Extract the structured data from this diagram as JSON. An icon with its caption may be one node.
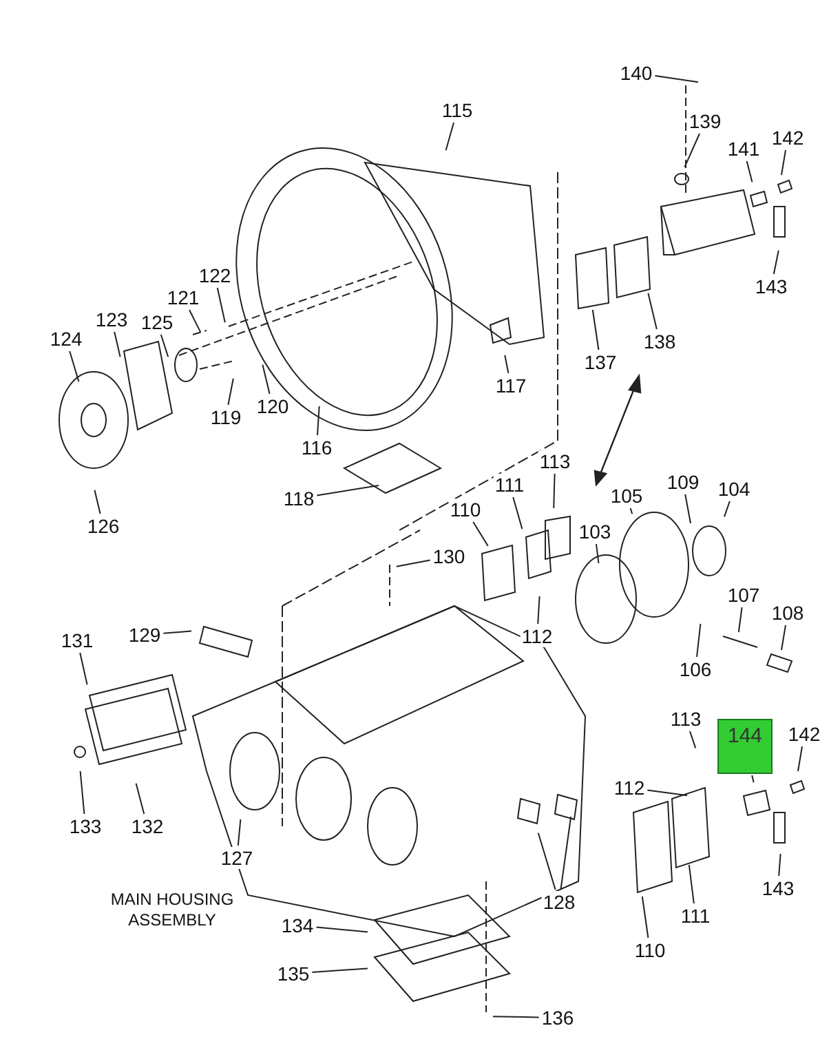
{
  "diagram": {
    "nodes": [
      {
        "text": [
          "140"
        ]
      },
      {
        "text": [
          "115"
        ]
      },
      {
        "text": [
          "139"
        ]
      },
      {
        "text": [
          "142"
        ]
      },
      {
        "text": [
          "141"
        ]
      },
      {
        "text": [
          "143"
        ]
      },
      {
        "text": [
          "122"
        ]
      },
      {
        "text": [
          "121"
        ]
      },
      {
        "text": [
          "123"
        ]
      },
      {
        "text": [
          "125"
        ]
      },
      {
        "text": [
          "124"
        ]
      },
      {
        "text": [
          "138"
        ]
      },
      {
        "text": [
          "137"
        ]
      },
      {
        "text": [
          "117"
        ]
      },
      {
        "text": [
          "120"
        ]
      },
      {
        "text": [
          "119"
        ]
      },
      {
        "text": [
          "116"
        ]
      },
      {
        "text": [
          "113"
        ]
      },
      {
        "text": [
          "111"
        ]
      },
      {
        "text": [
          "118"
        ]
      },
      {
        "text": [
          "109"
        ]
      },
      {
        "text": [
          "105"
        ]
      },
      {
        "text": [
          "104"
        ]
      },
      {
        "text": [
          "110"
        ]
      },
      {
        "text": [
          "126"
        ]
      },
      {
        "text": [
          "103"
        ]
      },
      {
        "text": [
          "130"
        ]
      },
      {
        "text": [
          "107"
        ]
      },
      {
        "text": [
          "108"
        ]
      },
      {
        "text": [
          "129"
        ]
      },
      {
        "text": [
          "131"
        ]
      },
      {
        "text": [
          "112"
        ]
      },
      {
        "text": [
          "106"
        ]
      },
      {
        "text": [
          "113"
        ]
      },
      {
        "text": [
          "144"
        ]
      },
      {
        "text": [
          "142"
        ]
      },
      {
        "text": [
          "112"
        ]
      },
      {
        "text": [
          "133"
        ]
      },
      {
        "text": [
          "132"
        ]
      },
      {
        "text": [
          "127"
        ]
      },
      {
        "text": [
          "143"
        ]
      },
      {
        "text": [
          "128"
        ]
      },
      {
        "text": [
          "111"
        ]
      },
      {
        "text": [
          "134"
        ]
      },
      {
        "text": [
          "110"
        ]
      },
      {
        "text": [
          "135"
        ]
      },
      {
        "text": [
          "136"
        ]
      }
    ],
    "edges": [
      {
        "from": 0,
        "to": null,
        "arrow": "none"
      },
      {
        "from": 1,
        "to": null,
        "arrow": "none"
      },
      {
        "from": 2,
        "to": null,
        "arrow": "none"
      },
      {
        "from": 3,
        "to": null,
        "arrow": "none"
      },
      {
        "from": 4,
        "to": null,
        "arrow": "none"
      },
      {
        "from": 5,
        "to": null,
        "arrow": "none"
      },
      {
        "from": 6,
        "to": null,
        "arrow": "none"
      },
      {
        "from": 7,
        "to": null,
        "arrow": "none"
      },
      {
        "from": 8,
        "to": null,
        "arrow": "none"
      },
      {
        "from": 9,
        "to": null,
        "arrow": "none"
      },
      {
        "from": 10,
        "to": null,
        "arrow": "none"
      },
      {
        "from": 11,
        "to": null,
        "arrow": "none"
      },
      {
        "from": 12,
        "to": null,
        "arrow": "none"
      },
      {
        "from": 13,
        "to": null,
        "arrow": "none"
      },
      {
        "from": 14,
        "to": null,
        "arrow": "none"
      },
      {
        "from": 15,
        "to": null,
        "arrow": "none"
      },
      {
        "from": 16,
        "to": null,
        "arrow": "none"
      },
      {
        "from": 17,
        "to": null,
        "arrow": "none"
      },
      {
        "from": 18,
        "to": null,
        "arrow": "none"
      },
      {
        "from": 19,
        "to": null,
        "arrow": "none"
      },
      {
        "from": 20,
        "to": null,
        "arrow": "none"
      },
      {
        "from": 21,
        "to": null,
        "arrow": "none"
      },
      {
        "from": 22,
        "to": null,
        "arrow": "none"
      },
      {
        "from": 23,
        "to": null,
        "arrow": "none"
      },
      {
        "from": 24,
        "to": null,
        "arrow": "none"
      },
      {
        "from": 25,
        "to": null,
        "arrow": "none"
      },
      {
        "from": 26,
        "to": null,
        "arrow": "none"
      },
      {
        "from": 27,
        "to": null,
        "arrow": "none"
      },
      {
        "from": 28,
        "to": null,
        "arrow": "none"
      },
      {
        "from": 29,
        "to": null,
        "arrow": "none"
      },
      {
        "from": 30,
        "to": null,
        "arrow": "none"
      },
      {
        "from": 31,
        "to": null,
        "arrow": "none"
      },
      {
        "from": 32,
        "to": null,
        "arrow": "none"
      },
      {
        "from": 33,
        "to": null,
        "arrow": "none"
      },
      {
        "from": 34,
        "to": null,
        "arrow": "none"
      },
      {
        "from": 35,
        "to": null,
        "arrow": "none"
      },
      {
        "from": 36,
        "to": null,
        "arrow": "none"
      },
      {
        "from": 37,
        "to": null,
        "arrow": "none"
      },
      {
        "from": 38,
        "to": null,
        "arrow": "none"
      },
      {
        "from": 39,
        "to": null,
        "arrow": "none"
      },
      {
        "from": 40,
        "to": null,
        "arrow": "none"
      },
      {
        "from": 41,
        "to": null,
        "arrow": "none"
      },
      {
        "from": 41,
        "to": null,
        "arrow": "none"
      },
      {
        "from": 42,
        "to": null,
        "arrow": "none"
      },
      {
        "from": 43,
        "to": null,
        "arrow": "none"
      },
      {
        "from": 44,
        "to": null,
        "arrow": "none"
      },
      {
        "from": 45,
        "to": null,
        "arrow": "none"
      },
      {
        "from": 46,
        "to": null,
        "arrow": "none"
      }
    ],
    "labels": [
      "MAIN HOUSING ASSEMBLY"
    ]
  }
}
